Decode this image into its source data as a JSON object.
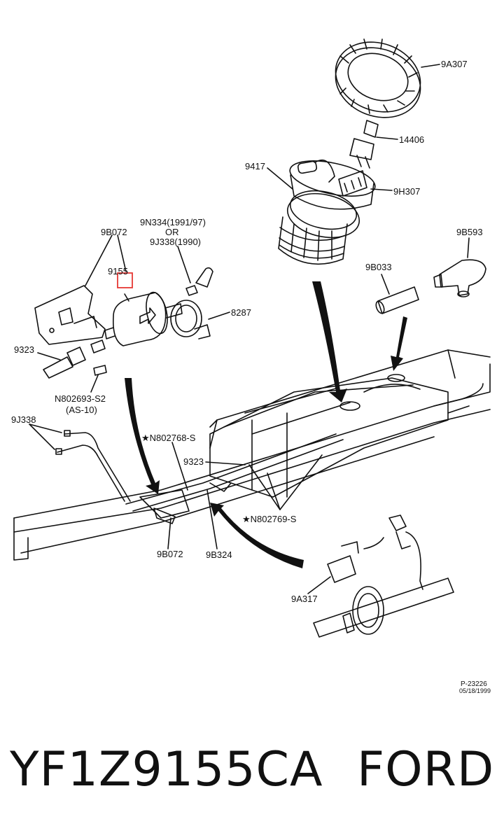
{
  "labels": {
    "ring": "9A307",
    "connector": "14406",
    "sender": "9417",
    "gasket": "9H307",
    "alt_label_1": "9N334(1991/97)",
    "alt_or": "OR",
    "alt_label_2": "9J338(1990)",
    "bracket": "9B072",
    "filter": "9155",
    "clamp": "8287",
    "elbow": "9B593",
    "hose": "9B033",
    "fitting": "9323",
    "bolt_a": "N802693-S2",
    "bolt_a_spec": "(AS-10)",
    "line_left": "9J338",
    "nut_a": "★N802768-S",
    "fitting_b": "9323",
    "nut_b": "★N802769-S",
    "bracket_b": "9B072",
    "line_b": "9B324",
    "clip": "9A317",
    "ref_no": "P-23226",
    "ref_date": "05/18/1999"
  },
  "highlight": {
    "color": "#e53935",
    "target": "9155"
  },
  "footer": {
    "part_number": "YF1Z9155CA",
    "brand": "FORD"
  }
}
